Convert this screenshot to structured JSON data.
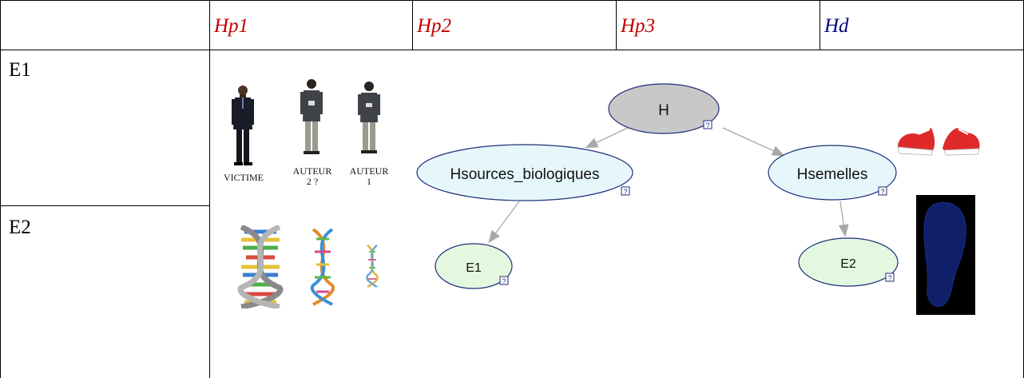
{
  "colors": {
    "prosecution": "#c00000",
    "defense": "#000080",
    "rootNodeFill": "#c8c8c8",
    "midNodeFill": "#e6f7fb",
    "leafNodeFill": "#e3f8df",
    "nodeStroke": "#1f2e7a",
    "arrow": "#a8a8a8"
  },
  "table": {
    "headers": [
      {
        "label": "",
        "kind": "empty"
      },
      {
        "label": "Hp1",
        "kind": "prosecution"
      },
      {
        "label": "Hp2",
        "kind": "prosecution"
      },
      {
        "label": "Hp3",
        "kind": "prosecution"
      },
      {
        "label": "Hd",
        "kind": "defense"
      }
    ],
    "rows": [
      {
        "label": "E1"
      },
      {
        "label": "E2"
      }
    ]
  },
  "people": [
    {
      "label_line1": "VICTIME",
      "label_line2": "",
      "icon": "standing-man-suit-icon"
    },
    {
      "label_line1": "AUTEUR",
      "label_line2": "2 ?",
      "icon": "standing-man-icon"
    },
    {
      "label_line1": "AUTEUR",
      "label_line2": "1",
      "icon": "standing-man-icon"
    }
  ],
  "dna_icons": [
    "dna-large-icon",
    "dna-medium-icon",
    "dna-small-icon"
  ],
  "network": {
    "nodes": {
      "root": {
        "label": "H"
      },
      "bio": {
        "label": "Hsources_biologiques"
      },
      "shoes": {
        "label": "Hsemelles"
      },
      "e1": {
        "label": "E1"
      },
      "e2": {
        "label": "E2"
      }
    },
    "badge": "?"
  },
  "side_images": [
    "red-sneakers-icon",
    "shoeprint-scan-icon"
  ]
}
